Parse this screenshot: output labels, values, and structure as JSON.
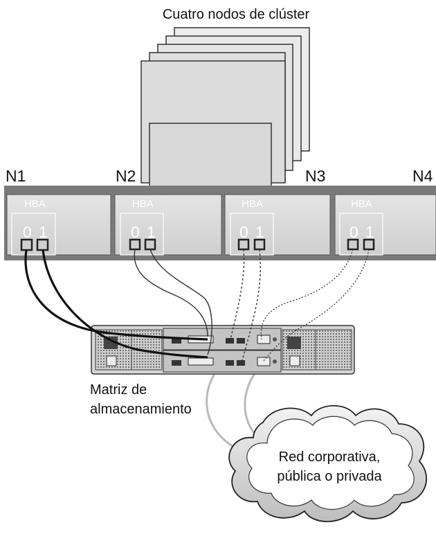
{
  "title": "Cuatro nodos de clúster",
  "nodes": [
    {
      "label": "N1",
      "hba": "HBA",
      "port0": "0",
      "port1": "1"
    },
    {
      "label": "N2",
      "hba": "HBA",
      "port0": "0",
      "port1": "1"
    },
    {
      "label": "N3",
      "hba": "HBA",
      "port0": "0",
      "port1": "1"
    },
    {
      "label": "N4",
      "hba": "HBA",
      "port0": "0",
      "port1": "1"
    }
  ],
  "storage": {
    "line1": "Matriz de",
    "line2": "almacenamiento"
  },
  "network": {
    "line1": "Red corporativa,",
    "line2": "pública o privada"
  }
}
